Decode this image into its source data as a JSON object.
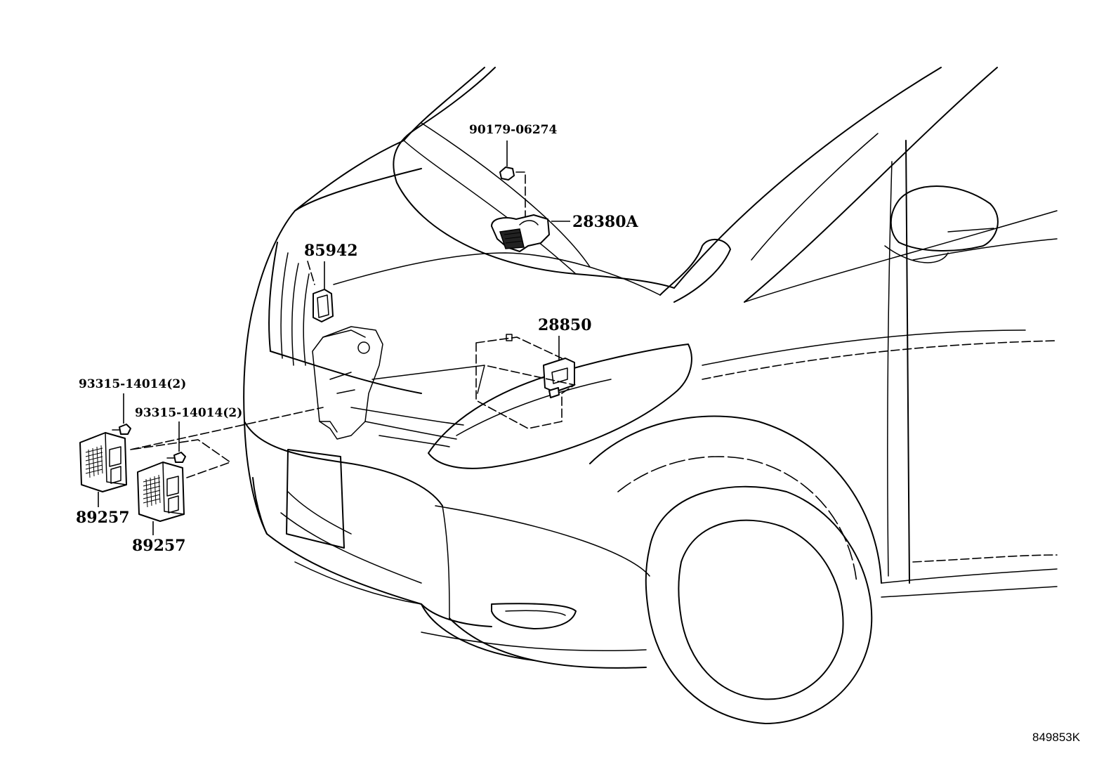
{
  "parts": [
    {
      "id": "nut",
      "number": "90179-06274"
    },
    {
      "id": "sensor-assy",
      "number": "28380A"
    },
    {
      "id": "bracket",
      "number": "85942"
    },
    {
      "id": "relay",
      "number": "28850"
    },
    {
      "id": "screw-a",
      "number": "93315-14014(2)"
    },
    {
      "id": "screw-b",
      "number": "93315-14014(2)"
    },
    {
      "id": "computer-a",
      "number": "89257"
    },
    {
      "id": "computer-b",
      "number": "89257"
    }
  ],
  "illustration_code": "849853K"
}
